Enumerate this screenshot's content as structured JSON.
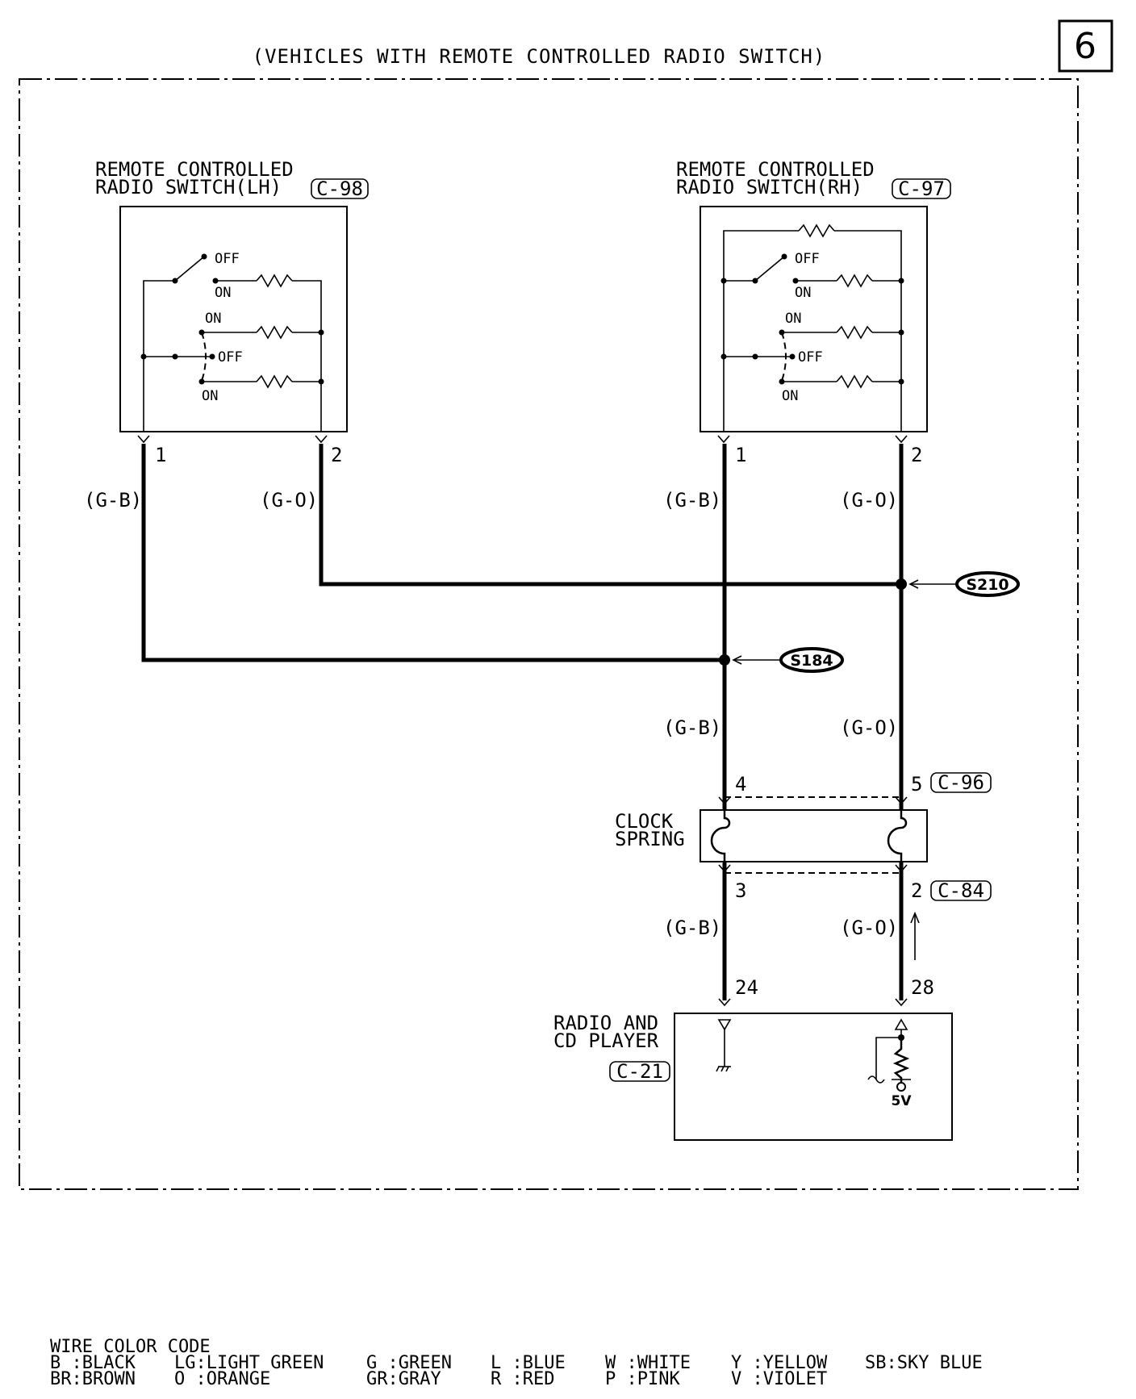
{
  "page_number": "6",
  "title": "(VEHICLES WITH REMOTE CONTROLLED RADIO SWITCH)",
  "switch_lh": {
    "label_line1": "REMOTE CONTROLLED",
    "label_line2": "RADIO SWITCH(LH)",
    "connector": "C-98",
    "pin1": "1",
    "pin2": "2",
    "pin1_wire": "(G-B)",
    "pin2_wire": "(G-O)",
    "sw_top_off": "OFF",
    "sw_top_on": "ON",
    "sw_mid_on": "ON",
    "sw_mid_off": "OFF",
    "sw_bot_on": "ON"
  },
  "switch_rh": {
    "label_line1": "REMOTE CONTROLLED",
    "label_line2": "RADIO SWITCH(RH)",
    "connector": "C-97",
    "pin1": "1",
    "pin2": "2",
    "pin1_wire": "(G-B)",
    "pin2_wire": "(G-O)",
    "sw_top_off": "OFF",
    "sw_top_on": "ON",
    "sw_mid_on": "ON",
    "sw_mid_off": "OFF",
    "sw_bot_on": "ON"
  },
  "splices": {
    "s210": "S210",
    "s184": "S184"
  },
  "mid_wires": {
    "left": "(G-B)",
    "right": "(G-O)"
  },
  "clock_spring": {
    "label_line1": "CLOCK",
    "label_line2": "SPRING",
    "top_pin_left": "4",
    "top_pin_right": "5",
    "top_connector": "C-96",
    "bottom_pin_left": "3",
    "bottom_pin_right": "2",
    "bottom_connector": "C-84"
  },
  "lower_wires": {
    "left": "(G-B)",
    "right": "(G-O)"
  },
  "radio": {
    "label_line1": "RADIO AND",
    "label_line2": "CD PLAYER",
    "connector": "C-21",
    "pin_left": "24",
    "pin_right": "28",
    "voltage": "5V"
  },
  "legend": {
    "title": "WIRE COLOR CODE",
    "row1": [
      "B :BLACK",
      "LG:LIGHT GREEN",
      "G :GREEN",
      "L :BLUE",
      "W :WHITE",
      "Y :YELLOW",
      "SB:SKY BLUE"
    ],
    "row2": [
      "BR:BROWN",
      "O :ORANGE",
      "GR:GRAY",
      "R :RED",
      "P :PINK",
      "V :VIOLET"
    ]
  }
}
